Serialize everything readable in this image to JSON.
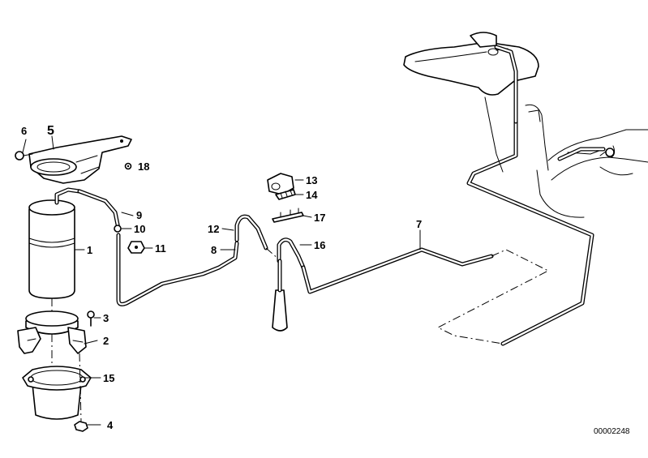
{
  "diagram": {
    "reference_number": "00002248",
    "callouts": [
      {
        "id": "p1",
        "label": "1"
      },
      {
        "id": "p2",
        "label": "2"
      },
      {
        "id": "p3",
        "label": "3"
      },
      {
        "id": "p4",
        "label": "4"
      },
      {
        "id": "p5",
        "label": "5"
      },
      {
        "id": "p6",
        "label": "6"
      },
      {
        "id": "p7",
        "label": "7"
      },
      {
        "id": "p8",
        "label": "8"
      },
      {
        "id": "p9",
        "label": "9"
      },
      {
        "id": "p10",
        "label": "10"
      },
      {
        "id": "p11",
        "label": "11"
      },
      {
        "id": "p12",
        "label": "12"
      },
      {
        "id": "p13",
        "label": "13"
      },
      {
        "id": "p14",
        "label": "14"
      },
      {
        "id": "p15",
        "label": "15"
      },
      {
        "id": "p16",
        "label": "16"
      },
      {
        "id": "p17",
        "label": "17"
      },
      {
        "id": "p18",
        "label": "18"
      }
    ]
  }
}
